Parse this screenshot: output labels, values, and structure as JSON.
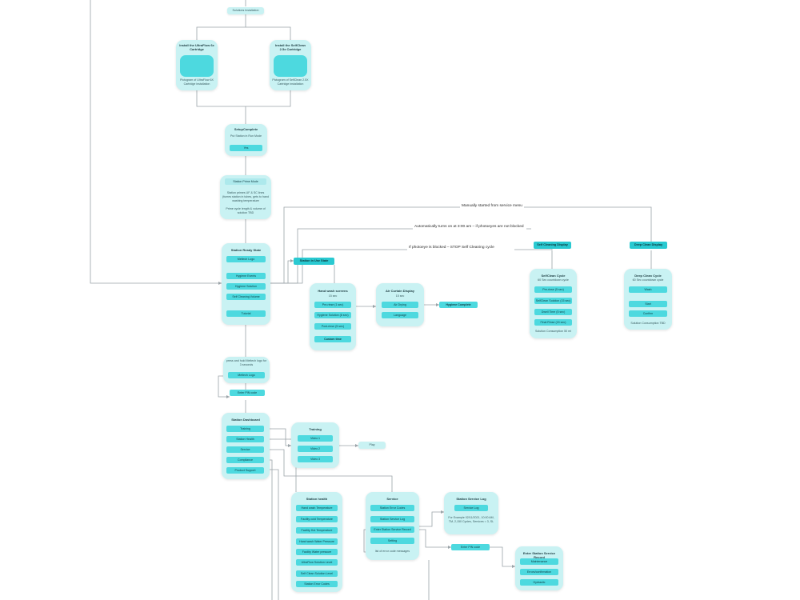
{
  "nodes": {
    "solutions_installation": "Solutions Installation",
    "install_ultraflow": "Install the UltraFlow 6x Cartridge",
    "ultraflow_pictogram": "Pictogram of UltraFlow 6X Cartridge installation",
    "install_selfclean": "Install the SelfClean 2.5x Cartridge",
    "selfclean_pictogram": "Pictogram of SelfClean 2.5X Cartridge installation",
    "setup_complete": "SetupComplete",
    "put_station_run_mode": "Put Station in Run Mode",
    "yes": "Yes",
    "station_prime_mode": "Station Prime Mode",
    "prime_desc": "Station primes UF & SC lines (fumes station in tubes, gets to hand washing temperature",
    "prime_cycle_desc": "Prime cycle length & volume of solution TBD",
    "station_ready_state": "Station Ready State",
    "meltech_logo": "Meltech Logo",
    "hygiene_events": "Hygiene Events",
    "hygiene_solution": "Hygiene Solution",
    "self_cleaning_volume": "Self Cleaning Volume",
    "tutorial": "Tutorial",
    "station_in_use": "Station in Use State",
    "hand_wash_screens": "Hand wash screens",
    "hand_wash_time": "15 sec",
    "pre_rinse": "Pre-rinse (1 sec)",
    "hygiene_solution_sec": "Hygiene Solution (8 sec)",
    "post_rinse": "Post-rinse (5 sec)",
    "custom_time": "Custom time",
    "air_curtain_display": "Air Curtain Display",
    "air_curtain_time": "15 sec",
    "air_drying": "Air Drying",
    "language": "Language",
    "hygiene_complete": "Hygiene Complete",
    "self_cleaning_display": "Self Cleaning Display",
    "selfclean_cycle": "SelfClean Cycle",
    "selfclean_countdown": "60 Sec countdown cycle",
    "sc_pre_rinse": "Pre-rinse (5 sec)",
    "sc_solution": "SelfClean Solution (15 sec)",
    "sc_dwell": "Dwell Time (5 sec)",
    "sc_final_rinse": "Final Rinse (15 sec)",
    "sc_consumption": "Solution Consumption 50 ml",
    "deep_clean_display": "Deep Clean Display",
    "deep_clean_cycle": "Deep Clean Cycle",
    "deep_clean_countdown": "60 Sec countdown cycle",
    "dc_wash": "Wash",
    "dc_start": "Start",
    "dc_confirm": "Confirm",
    "dc_consumption": "Solution Consumption TBD",
    "press_hold": "press and hold Meltech logo for 3 seconds",
    "meltech_logo_2": "Meltech Logo",
    "enter_pin": "Enter PIN code",
    "station_dashboard": "Station Dashboard",
    "training": "Training",
    "station_health": "Station Health",
    "service": "Service",
    "compliance": "Compliance",
    "product_support": "Product Support",
    "training_title": "Training",
    "video1": "Video 1",
    "video2": "Video 2",
    "video3": "Video 3",
    "play": "Play",
    "station_health_title": "Station health",
    "h1": "Hand wash Temperature",
    "h2": "Facility cold Temperature",
    "h3": "Facility Hot Temperature",
    "h4": "Hand wash Water Pressure",
    "h5": "Facility Water pressure",
    "h6": "UltraFlow Solution Level",
    "h7": "Self Clean Solution Level",
    "h8": "Station Error Codes",
    "service_title": "Service",
    "s1": "Station Error Codes",
    "s2": "Station Service Log",
    "s3": "Enter Station Service Record",
    "s4": "Setting",
    "s5": "list of error code messages",
    "service_log_title": "Station Service Log",
    "service_log_btn": "Service Log",
    "service_log_example": "For Example 02/11/2021, 10:00 AM, TM, 2,150 Cycles, Services = 3, SL",
    "enter_pin_2": "Enter PIN code",
    "enter_record_title": "Enter Station Service Record",
    "r1": "Maintenance",
    "r2": "Errors/confirmation",
    "r3": "Hydraulic"
  },
  "annotations": {
    "manual_start": "Manually started from service menu",
    "auto_on": "Automatically turns on at 3:00 am – if photoeyes are not blocked",
    "photoeye_blocked": "If photoeye is blocked – STOP Self Cleaning cycle"
  }
}
